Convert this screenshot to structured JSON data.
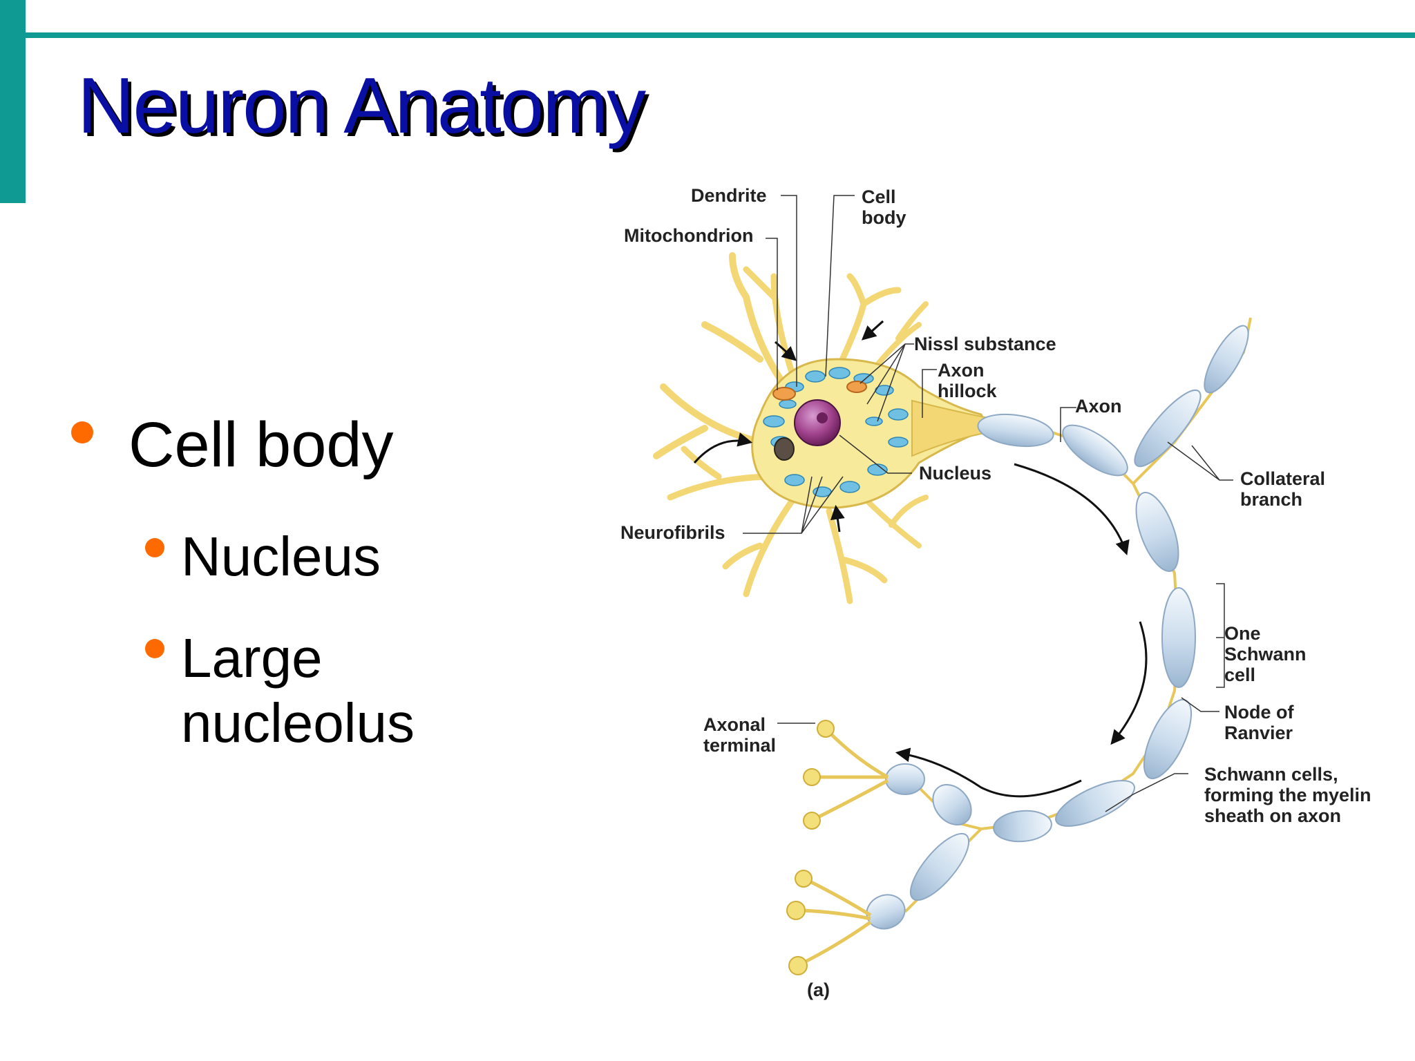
{
  "slide": {
    "title": "Neuron Anatomy",
    "bullets": {
      "level1": "Cell body",
      "level2_a": "Nucleus",
      "level2_b": "Large nucleolus"
    }
  },
  "diagram": {
    "labels": {
      "dendrite": "Dendrite",
      "cell_body_1": "Cell",
      "cell_body_2": "body",
      "mitochondrion": "Mitochondrion",
      "nissl": "Nissl substance",
      "axon_hillock_1": "Axon",
      "axon_hillock_2": "hillock",
      "axon": "Axon",
      "nucleus": "Nucleus",
      "collateral_1": "Collateral",
      "collateral_2": "branch",
      "neurofibrils": "Neurofibrils",
      "schwann_1": "One",
      "schwann_2": "Schwann",
      "schwann_3": "cell",
      "node_1": "Node of",
      "node_2": "Ranvier",
      "axonal_1": "Axonal",
      "axonal_2": "terminal",
      "myelin_1": "Schwann cells,",
      "myelin_2": "forming the myelin",
      "myelin_3": "sheath on axon",
      "panel": "(a)"
    }
  },
  "colors": {
    "accent": "#0f9a94",
    "title": "#0a0fa3",
    "bullet": "#ff6a00"
  }
}
